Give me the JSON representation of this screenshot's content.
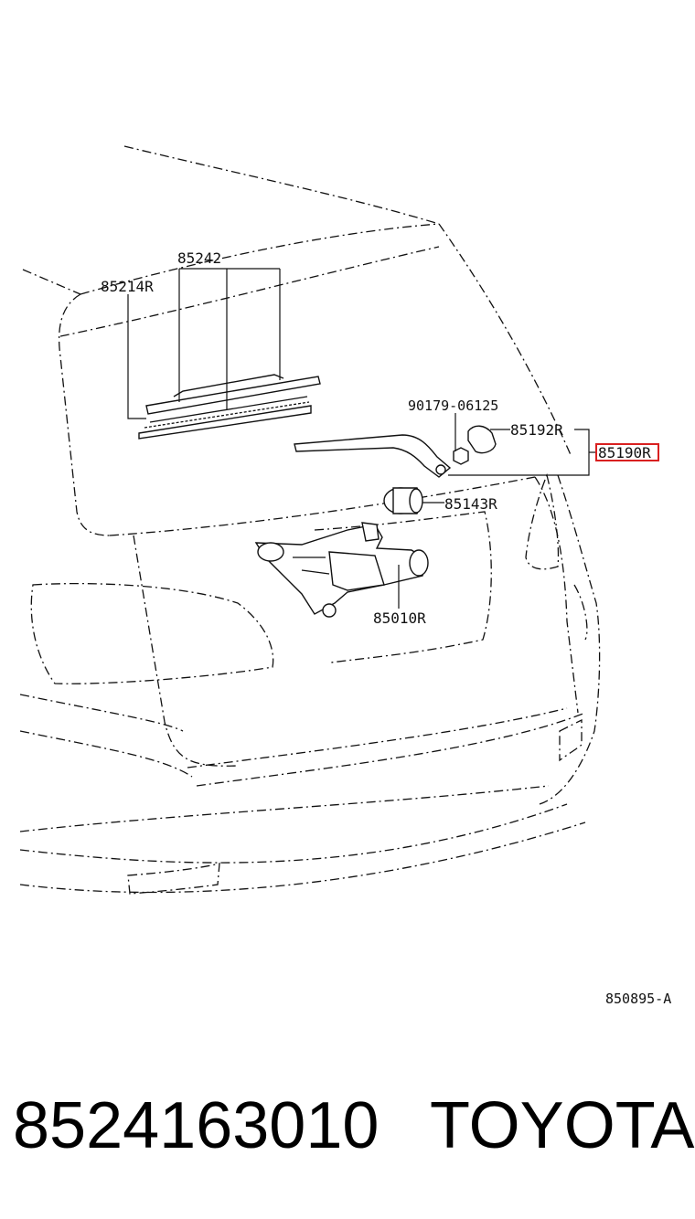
{
  "labels": {
    "blade_assy": "85242",
    "blade_left": "85214R",
    "nut": "90179-06125",
    "cap": "85192R",
    "arm_assy": "85190R",
    "pivot": "85143R",
    "motor": "85010R"
  },
  "diagram_code": "850895-A",
  "part_number": "8524163010",
  "brand": "TOYOTA",
  "highlight_color": "#d92020"
}
